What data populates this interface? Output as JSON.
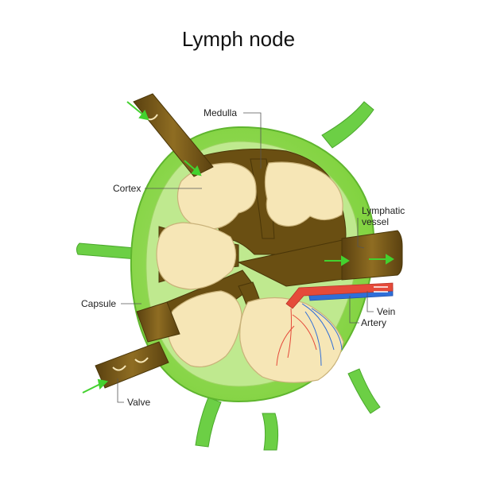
{
  "title": "Lymph node",
  "labels": {
    "medulla": "Medulla",
    "cortex": "Cortex",
    "lymphatic_vessel_line1": "Lymphatic",
    "lymphatic_vessel_line2": "vessel",
    "capsule": "Capsule",
    "vein": "Vein",
    "artery": "Artery",
    "valve": "Valve"
  },
  "colors": {
    "capsule_green": "#8fdc4a",
    "cortex_green": "#b7e889",
    "follicle": "#f6e6b6",
    "channel": "#6a4f12",
    "vessel_tube": "#7a5a18",
    "afferent_green": "#6ccf45",
    "arrow_green": "#43d12f",
    "artery_red": "#e54a3a",
    "vein_blue": "#2f6ed8"
  }
}
